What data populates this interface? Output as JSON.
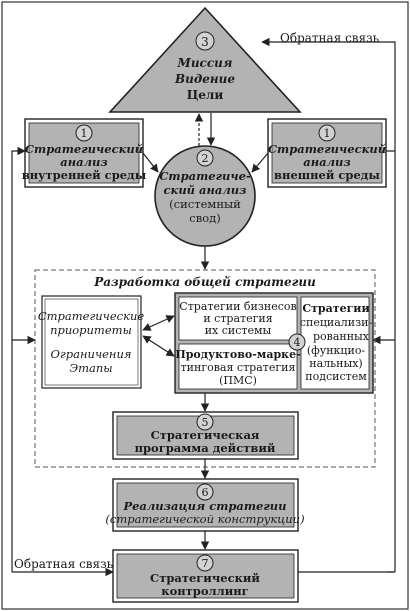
{
  "mission": {
    "number": "3",
    "line1": "Миссия",
    "line2": "Видение",
    "line3": "Цели"
  },
  "feedback_top": "Обратная связь",
  "feedback_bottom": "Обратная связь",
  "internal_analysis": {
    "number": "1",
    "line1": "Стратегический",
    "line2": "анализ",
    "line3": "внутренней среды"
  },
  "external_analysis": {
    "number": "1",
    "line1": "Стратегический",
    "line2": "анализ",
    "line3": "внешней среды"
  },
  "strategic_analysis": {
    "number": "2",
    "line1": "Стратегиче-",
    "line2": "ский анализ",
    "line3": "(системный",
    "line4": "свод)"
  },
  "general_strategy": {
    "title": "Разработка общей стратегии"
  },
  "priorities": {
    "line1": "Стратегические",
    "line2": "приоритеты",
    "line3": "Ограничения",
    "line4": "Этапы"
  },
  "business_strategy": {
    "line1": "Стратегии бизнесов",
    "line2": "и стратегия",
    "line3": "их системы"
  },
  "pms": {
    "line1": "Продуктово-марке-",
    "line2": "тинговая стратегия",
    "line3": "(ПМС)"
  },
  "specialized": {
    "number": "4",
    "line1": "Стратегии",
    "line2": "специализи-",
    "line3": "рованных",
    "line4": "(функцио-",
    "line5": "нальных)",
    "line6": "подсистем"
  },
  "program": {
    "number": "5",
    "line1": "Стратегическая",
    "line2": "программа действий"
  },
  "implementation": {
    "number": "6",
    "line1": "Реализация стратегии",
    "line2": "(стратегической конструкции)"
  },
  "controlling": {
    "number": "7",
    "line1": "Стратегический",
    "line2": "контроллинг"
  },
  "colors": {
    "fill": "#b3b3b3",
    "stroke": "#222222",
    "text": "#1a1a1a",
    "light": "#d2d2d2",
    "background": "#ffffff"
  }
}
